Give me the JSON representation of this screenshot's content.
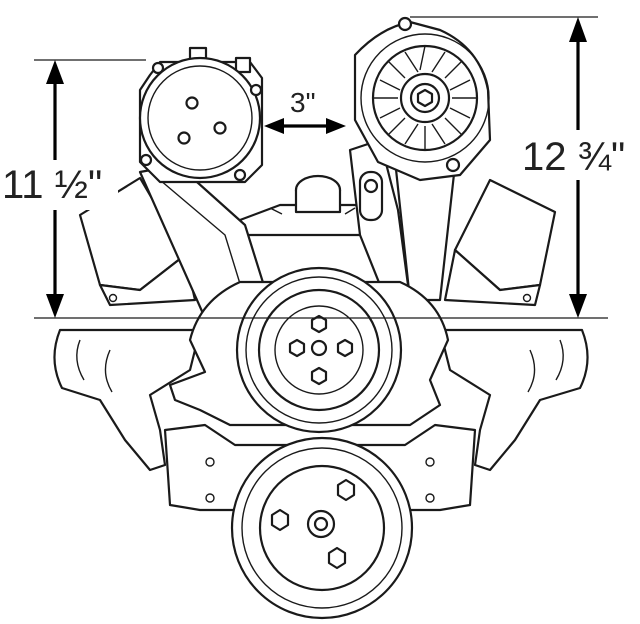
{
  "dimensions": {
    "left_height": "11 ½\"",
    "right_height": "12 ¾\"",
    "gap_width": "3\""
  },
  "components": {
    "compressor": "ac-compressor",
    "alternator": "alternator",
    "water_pump": "water-pump",
    "crank_pulley": "crankshaft-pulley"
  },
  "colors": {
    "line": "#1a1a1a",
    "background": "#ffffff"
  }
}
